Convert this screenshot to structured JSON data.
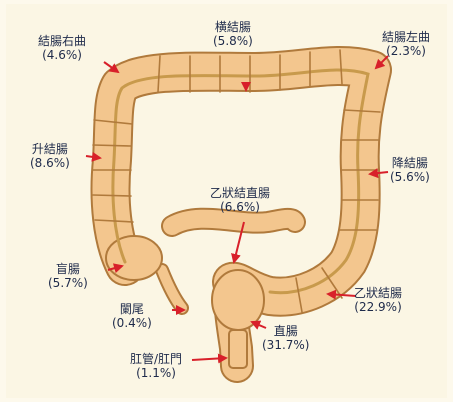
{
  "labels": {
    "transverse": {
      "name": "横結腸",
      "pct": "(5.8%)"
    },
    "hepatic": {
      "name": "結腸右曲",
      "pct": "(4.6%)"
    },
    "splenic": {
      "name": "結腸左曲",
      "pct": "(2.3%)"
    },
    "ascending": {
      "name": "升結腸",
      "pct": "(8.6%)"
    },
    "descending": {
      "name": "降結腸",
      "pct": "(5.6%)"
    },
    "rectosigmoid": {
      "name": "乙狀結直腸",
      "pct": "(6.6%)"
    },
    "cecum": {
      "name": "盲腸",
      "pct": "(5.7%)"
    },
    "appendix": {
      "name": "闌尾",
      "pct": "(0.4%)"
    },
    "sigmoid": {
      "name": "乙狀結腸",
      "pct": "(22.9%)"
    },
    "rectum": {
      "name": "直腸",
      "pct": "(31.7%)"
    },
    "anal": {
      "name": "肛管/肛門",
      "pct": "(1.1%)"
    }
  },
  "colors": {
    "colon_fill": "#f3c68e",
    "colon_stroke": "#b07a3c",
    "band": "#c89a4c",
    "arrow": "#d8202a",
    "label_text": "#1e2a4a"
  }
}
